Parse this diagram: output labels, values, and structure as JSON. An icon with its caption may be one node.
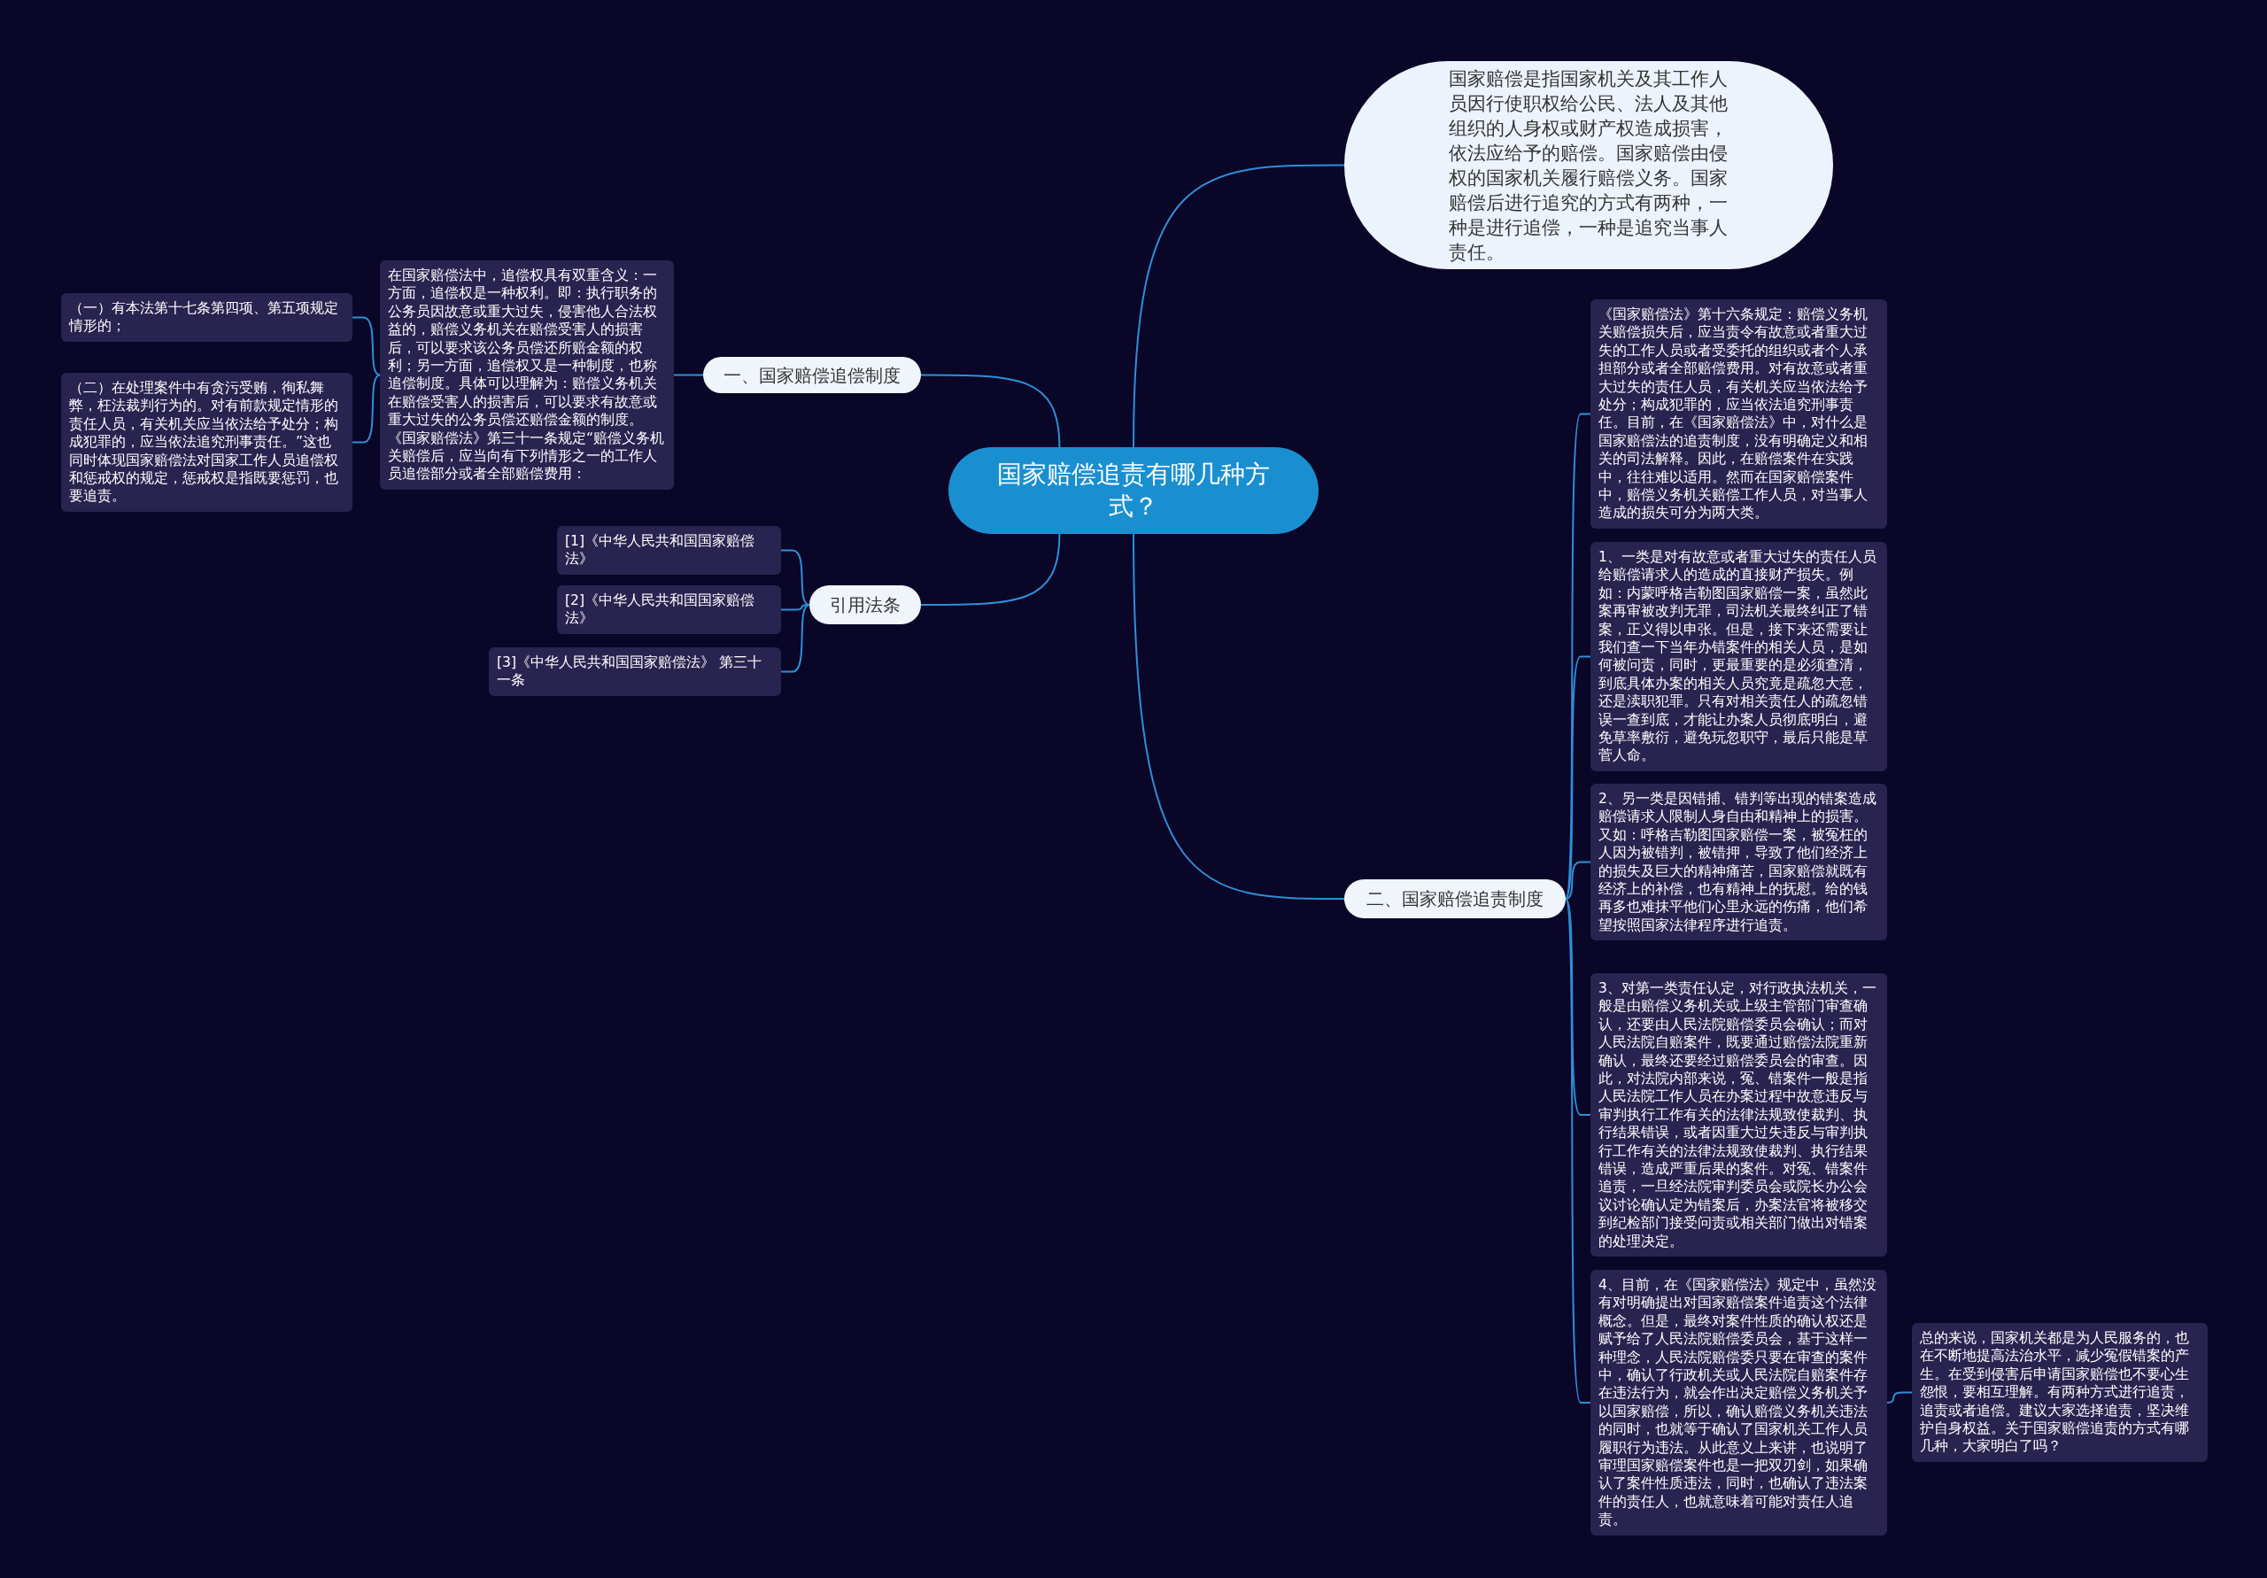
{
  "diagram": {
    "nodes": [
      {
        "text": [
          "国家赔偿追责有哪几种方式？"
        ]
      },
      {
        "text": [
          "国家赔偿是指国家机关及其工作人员因行使职权给公民、法人及其他组织的人身权或财产权造成损害，依法应给予的赔偿。国家赔偿由侵权的国家机关履行赔偿义务。国家赔偿后进行追究的方式有两种，一种是进行追偿，一种是追究当事人责任。"
        ]
      },
      {
        "text": [
          "一、国家赔偿追偿制度"
        ]
      },
      {
        "text": [
          "在国家赔偿法中，追偿权具有双重含义：一方面，追偿权是一种权利。即：执行职务的公务员因故意或重大过失，侵害他人合法权益的，赔偿义务机关在赔偿受害人的损害后，可以要求该公务员偿还所赔金额的权利；另一方面，追偿权又是一种制度，也称追偿制度。具体可以理解为：赔偿义务机关在赔偿受害人的损害后，可以要求有故意或重大过失的公务员偿还赔偿金额的制度。《国家赔偿法》第三十一条规定“赔偿义务机关赔偿后，应当向有下列情形之一的工作人员追偿部分或者全部赔偿费用："
        ]
      },
      {
        "text": [
          "（一）有本法第十七条第四项、第五项规定情形的；"
        ]
      },
      {
        "text": [
          "（二）在处理案件中有贪污受贿，徇私舞弊，枉法裁判行为的。对有前款规定情形的责任人员，有关机关应当依法给予处分；构成犯罪的，应当依法追究刑事责任。”这也同时体现国家赔偿法对国家工作人员追偿权和惩戒权的规定，惩戒权是指既要惩罚，也要追责。"
        ]
      },
      {
        "text": [
          "引用法条"
        ]
      },
      {
        "text": [
          "[1]《中华人民共和国国家赔偿法》"
        ]
      },
      {
        "text": [
          "[2]《中华人民共和国国家赔偿法》"
        ]
      },
      {
        "text": [
          "[3]《中华人民共和国国家赔偿法》 第三十一条"
        ]
      },
      {
        "text": [
          "二、国家赔偿追责制度"
        ]
      },
      {
        "text": [
          "《国家赔偿法》第十六条规定：赔偿义务机关赔偿损失后，应当责令有故意或者重大过失的工作人员或者受委托的组织或者个人承担部分或者全部赔偿费用。对有故意或者重大过失的责任人员，有关机关应当依法给予处分；构成犯罪的，应当依法追究刑事责任。目前，在《国家赔偿法》中，对什么是国家赔偿法的追责制度，没有明确定义和相关的司法解释。因此，在赔偿案件在实践中，往往难以适用。然而在国家赔偿案件中，赔偿义务机关赔偿工作人员，对当事人造成的损失可分为两大类。"
        ]
      },
      {
        "text": [
          "1、一类是对有故意或者重大过失的责任人员给赔偿请求人的造成的直接财产损失。例如：内蒙呼格吉勒图国家赔偿一案，虽然此案再审被改判无罪，司法机关最终纠正了错案，正义得以申张。但是，接下来还需要让我们查一下当年办错案件的相关人员，是如何被问责，同时，更最重要的是必须查清，到底具体办案的相关人员究竟是疏忽大意，还是渎职犯罪。只有对相关责任人的疏忽错误一查到底，才能让办案人员彻底明白，避免草率敷衍，避免玩忽职守，最后只能是草菅人命。"
        ]
      },
      {
        "text": [
          "2、另一类是因错捕、错判等出现的错案造成赔偿请求人限制人身自由和精神上的损害。又如：呼格吉勒图国家赔偿一案，被冤枉的人因为被错判，被错押，导致了他们经济上的损失及巨大的精神痛苦，国家赔偿就既有经济上的补偿，也有精神上的抚慰。给的钱再多也难抹平他们心里永远的伤痛，他们希望按照国家法律程序进行追责。"
        ]
      },
      {
        "text": [
          "3、对第一类责任认定，对行政执法机关，一般是由赔偿义务机关或上级主管部门审查确认，还要由人民法院赔偿委员会确认；而对人民法院自赔案件，既要通过赔偿法院重新确认，最终还要经过赔偿委员会的审查。因此，对法院内部来说，冤、错案件一般是指人民法院工作人员在办案过程中故意违反与审判执行工作有关的法律法规致使裁判、执行结果错误，或者因重大过失违反与审判执行工作有关的法律法规致使裁判、执行结果错误，造成严重后果的案件。对冤、错案件追责，一旦经法院审判委员会或院长办公会议讨论确认定为错案后，办案法官将被移交到纪检部门接受问责或相关部门做出对错案的处理决定。"
        ]
      },
      {
        "text": [
          "4、目前，在《国家赔偿法》规定中，虽然没有对明确提出对国家赔偿案件追责这个法律概念。但是，最终对案件性质的确认权还是赋予给了人民法院赔偿委员会，基于这样一种理念，人民法院赔偿委只要在审查的案件中，确认了行政机关或人民法院自赔案件存在违法行为，就会作出决定赔偿义务机关予以国家赔偿，所以，确认赔偿义务机关违法的同时，也就等于确认了国家机关工作人员履职行为违法。从此意义上来讲，也说明了审理国家赔偿案件也是一把双刃剑，如果确认了案件性质违法，同时，也确认了违法案件的责任人，也就意味着可能对责任人追责。"
        ]
      },
      {
        "text": [
          "总的来说，国家机关都是为人民服务的，也在不断地提高法治水平，减少冤假错案的产生。在受到侵害后申请国家赔偿也不要心生怨恨，要相互理解。有两种方式进行追责，追责或者追偿。建议大家选择追责，坚决维护自身权益。关于国家赔偿追责的方式有哪几种，大家明白了吗？"
        ]
      }
    ],
    "edges": [
      {
        "from": 0,
        "to": 1,
        "arrow": "none"
      },
      {
        "from": 0,
        "to": 2,
        "arrow": "none"
      },
      {
        "from": 2,
        "to": 3,
        "arrow": "none"
      },
      {
        "from": 3,
        "to": 4,
        "arrow": "none"
      },
      {
        "from": 3,
        "to": 5,
        "arrow": "none"
      },
      {
        "from": 0,
        "to": 6,
        "arrow": "none"
      },
      {
        "from": 6,
        "to": 7,
        "arrow": "none"
      },
      {
        "from": 6,
        "to": 8,
        "arrow": "none"
      },
      {
        "from": 6,
        "to": 9,
        "arrow": "none"
      },
      {
        "from": 0,
        "to": 10,
        "arrow": "none"
      },
      {
        "from": 10,
        "to": 11,
        "arrow": "none"
      },
      {
        "from": 10,
        "to": 12,
        "arrow": "none"
      },
      {
        "from": 10,
        "to": 13,
        "arrow": "none"
      },
      {
        "from": 10,
        "to": 14,
        "arrow": "none"
      },
      {
        "from": 10,
        "to": 15,
        "arrow": "none"
      },
      {
        "from": 15,
        "to": 16,
        "arrow": "none"
      }
    ]
  }
}
